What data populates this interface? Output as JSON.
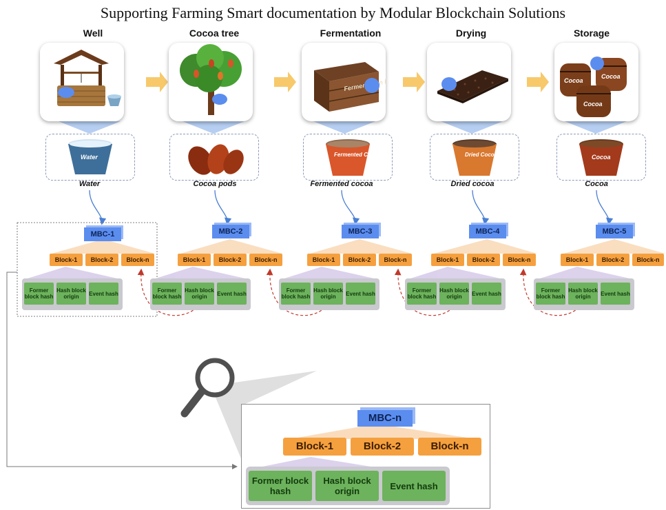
{
  "title": "Supporting Farming Smart documentation by Modular Blockchain Solutions",
  "stages": [
    {
      "label": "Well",
      "product": "Water",
      "image_text": [
        "Water"
      ],
      "mbc": "MBC-1"
    },
    {
      "label": "Cocoa tree",
      "product": "Cocoa pods",
      "image_text": [],
      "mbc": "MBC-2"
    },
    {
      "label": "Fermentation",
      "product": "Fermented cocoa",
      "image_text": [
        "Fermentation Box",
        "Fermented Cocoa"
      ],
      "mbc": "MBC-3"
    },
    {
      "label": "Drying",
      "product": "Dried cocoa",
      "image_text": [
        "Dried Cocoa"
      ],
      "mbc": "MBC-4"
    },
    {
      "label": "Storage",
      "product": "Cocoa",
      "image_text": [
        "Cocoa",
        "Cocoa",
        "Cocoa",
        "Cocoa"
      ],
      "mbc": "MBC-5"
    }
  ],
  "blocks": [
    "Block-1",
    "Block-2",
    "Block-n"
  ],
  "hashes": [
    "Former block hash",
    "Hash block origin",
    "Event hash"
  ],
  "zoom": {
    "mbc": "MBC-n",
    "blocks": [
      "Block-1",
      "Block-2",
      "Block-n"
    ],
    "hashes": [
      "Former block hash",
      "Hash block origin",
      "Event hash"
    ]
  },
  "colors": {
    "mbc": "#5b8def",
    "block": "#f5a03f",
    "hash": "#6db25c",
    "hash_bar": "#c9c9cf",
    "link_dashed": "#c0392b",
    "connector": "#4a7fd4",
    "stage_arrow": "#f7c96b"
  }
}
